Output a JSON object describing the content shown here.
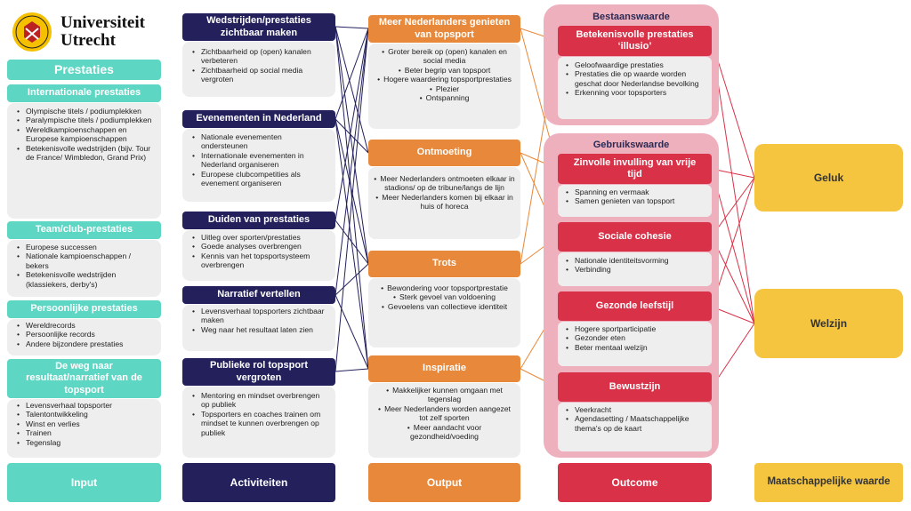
{
  "logo": {
    "line1": "Universiteit",
    "line2": "Utrecht"
  },
  "input": {
    "title": "Prestaties",
    "groups": [
      {
        "header": "Internationale prestaties",
        "items": [
          "Olympische titels / podiumplekken",
          "Paralympische titels / podiumplekken",
          "Wereldkampioenschappen en Europese kampioenschappen",
          "Betekenisvolle wedstrijden (bijv. Tour de France/ Wimbledon, Grand Prix)"
        ]
      },
      {
        "header": "Team/club-prestaties",
        "items": [
          "Europese successen",
          "Nationale kampioenschappen / bekers",
          "Betekenisvolle wedstrijden (klassiekers, derby's)"
        ]
      },
      {
        "header": "Persoonlijke prestaties",
        "items": [
          "Wereldrecords",
          "Persoonlijke records",
          "Andere bijzondere prestaties"
        ]
      },
      {
        "header": "De weg naar resultaat/narratief van de topsport",
        "items": [
          "Levensverhaal topsporter",
          "Talentontwikkeling",
          "Winst en verlies",
          "Trainen",
          "Tegenslag"
        ]
      }
    ]
  },
  "activities": [
    {
      "header": "Wedstrijden/prestaties zichtbaar maken",
      "items": [
        "Zichtbaarheid op (open) kanalen verbeteren",
        "Zichtbaarheid op social media vergroten"
      ]
    },
    {
      "header": "Evenementen in Nederland",
      "items": [
        "Nationale evenementen ondersteunen",
        "Internationale evenementen in Nederland organiseren",
        "Europese clubcompetities als evenement organiseren"
      ]
    },
    {
      "header": "Duiden van prestaties",
      "items": [
        "Uitleg over sporten/prestaties",
        "Goede analyses overbrengen",
        "Kennis van het topsportsysteem overbrengen"
      ]
    },
    {
      "header": "Narratief vertellen",
      "items": [
        "Levensverhaal topsporters zichtbaar maken",
        "Weg naar het resultaat laten zien"
      ]
    },
    {
      "header": "Publieke rol topsport vergroten",
      "items": [
        "Mentoring en mindset overbrengen op publiek",
        "Topsporters en coaches trainen om mindset te kunnen overbrengen op publiek"
      ]
    }
  ],
  "outputs": [
    {
      "header": "Meer Nederlanders genieten van topsport",
      "items": [
        "Groter bereik op (open) kanalen en social media",
        "Beter begrip van topsport",
        "Hogere waardering topsportprestaties",
        "Plezier",
        "Ontspanning"
      ]
    },
    {
      "header": "Ontmoeting",
      "items": [
        "Meer Nederlanders ontmoeten elkaar in stadions/ op de tribune/langs de lijn",
        "Meer Nederlanders komen bij elkaar in huis of horeca"
      ]
    },
    {
      "header": "Trots",
      "items": [
        "Bewondering voor topsportprestatie",
        "Sterk gevoel van voldoening",
        "Gevoelens van collectieve identiteit"
      ]
    },
    {
      "header": "Inspiratie",
      "items": [
        "Makkelijker kunnen omgaan met tegenslag",
        "Meer Nederlanders worden aangezet tot zelf sporten",
        "Meer aandacht voor gezondheid/voeding"
      ]
    }
  ],
  "outcome": {
    "bestaanswaarde": {
      "title": "Bestaanswaarde",
      "blocks": [
        {
          "header": "Betekenisvolle prestaties ‘illusio’",
          "items": [
            "Geloofwaardige prestaties",
            "Prestaties die op waarde worden geschat door Nederlandse bevolking",
            "Erkenning voor topsporters"
          ]
        }
      ]
    },
    "gebruikswaarde": {
      "title": "Gebruikswaarde",
      "blocks": [
        {
          "header": "Zinvolle invulling van vrije tijd",
          "items": [
            "Spanning en vermaak",
            "Samen genieten van topsport"
          ]
        },
        {
          "header": "Sociale cohesie",
          "items": [
            "Nationale identiteitsvorming",
            "Verbinding"
          ]
        },
        {
          "header": "Gezonde leefstijl",
          "items": [
            "Hogere sportparticipatie",
            "Gezonder eten",
            "Beter mentaal welzijn"
          ]
        },
        {
          "header": "Bewustzijn",
          "items": [
            "Veerkracht",
            "Agendasetting / Maatschappelijke thema's op de kaart"
          ]
        }
      ]
    }
  },
  "societal": [
    {
      "label": "Geluk"
    },
    {
      "label": "Welzijn"
    }
  ],
  "footer": {
    "input": "Input",
    "activities": "Activiteiten",
    "output": "Output",
    "outcome": "Outcome",
    "societal": "Maatschappelijke waarde"
  },
  "colors": {
    "input": "#5dd6c3",
    "activities": "#23205c",
    "output": "#e8883a",
    "outcome": "#d93248",
    "societal": "#f5c540",
    "outcome_group": "#eeb0bd"
  }
}
